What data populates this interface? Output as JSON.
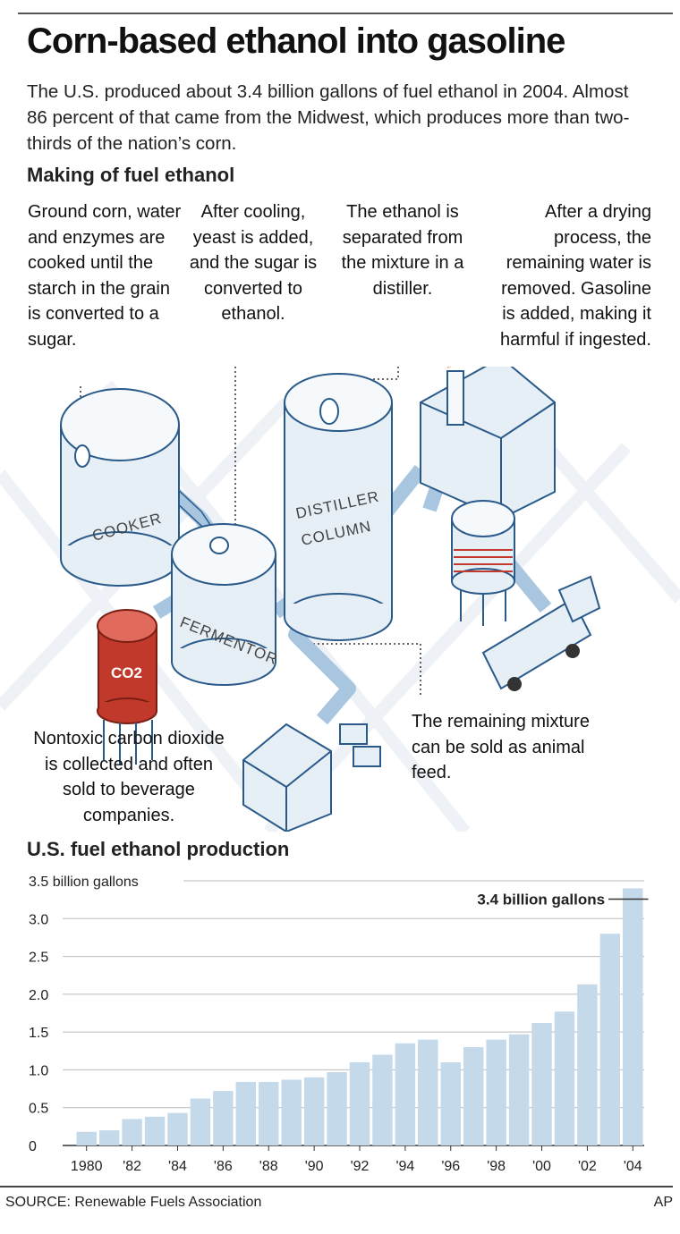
{
  "header": {
    "title": "Corn-based ethanol into gasoline",
    "intro": "The U.S. produced about 3.4 billion gallons of fuel ethanol in 2004. Almost 86 percent of that came from the Midwest, which produces more than two-thirds of the nation’s corn."
  },
  "process": {
    "heading": "Making of fuel ethanol",
    "steps": [
      "Ground corn, water and enzymes are cooked until the starch in the grain is converted to a sugar.",
      "After cooling, yeast is added, and the sugar is converted to ethanol.",
      "The ethanol is separated from the mixture in a distiller.",
      "After a drying process, the remaining water is removed. Gasoline is added, making it harmful if ingested."
    ],
    "callouts": {
      "co2": "Nontoxic carbon dioxide is collected and often sold to beverage companies.",
      "feed": "The remaining mixture can be sold as animal feed."
    },
    "tank_labels": {
      "cooker": "COOKER",
      "fermentor": "FERMENTOR",
      "distiller_1": "DISTILLER",
      "distiller_2": "COLUMN",
      "co2": "CO2"
    },
    "colors": {
      "tank_fill": "#e6eef6",
      "tank_stroke": "#2a5a8a",
      "pipe": "#a9c6e0",
      "co2_tank": "#c0392b"
    }
  },
  "chart_data": {
    "type": "bar",
    "title": "U.S. fuel ethanol production",
    "unit_label": "billion gallons",
    "x": [
      1980,
      1981,
      1982,
      1983,
      1984,
      1985,
      1986,
      1987,
      1988,
      1989,
      1990,
      1991,
      1992,
      1993,
      1994,
      1995,
      1996,
      1997,
      1998,
      1999,
      2000,
      2001,
      2002,
      2003,
      2004
    ],
    "x_tick_labels": [
      "1980",
      "'82",
      "'84",
      "'86",
      "'88",
      "'90",
      "'92",
      "'94",
      "'96",
      "'98",
      "'00",
      "'02",
      "'04"
    ],
    "x_tick_years": [
      1980,
      1982,
      1984,
      1986,
      1988,
      1990,
      1992,
      1994,
      1996,
      1998,
      2000,
      2002,
      2004
    ],
    "values": [
      0.18,
      0.2,
      0.35,
      0.38,
      0.43,
      0.62,
      0.72,
      0.84,
      0.84,
      0.87,
      0.9,
      0.97,
      1.1,
      1.2,
      1.35,
      1.4,
      1.1,
      1.3,
      1.4,
      1.47,
      1.62,
      1.77,
      2.13,
      2.8,
      3.4
    ],
    "y_ticks": [
      0,
      0.5,
      1.0,
      1.5,
      2.0,
      2.5,
      3.0,
      3.5
    ],
    "y_tick_labels": [
      "0",
      "0.5",
      "1.0",
      "1.5",
      "2.0",
      "2.5",
      "3.0",
      "3.5 billion gallons"
    ],
    "ylim": [
      0,
      3.5
    ],
    "annotation": "3.4 billion gallons",
    "bar_color": "#c4d9ea",
    "grid": true
  },
  "footer": {
    "source": "SOURCE: Renewable Fuels Association",
    "credit": "AP"
  }
}
